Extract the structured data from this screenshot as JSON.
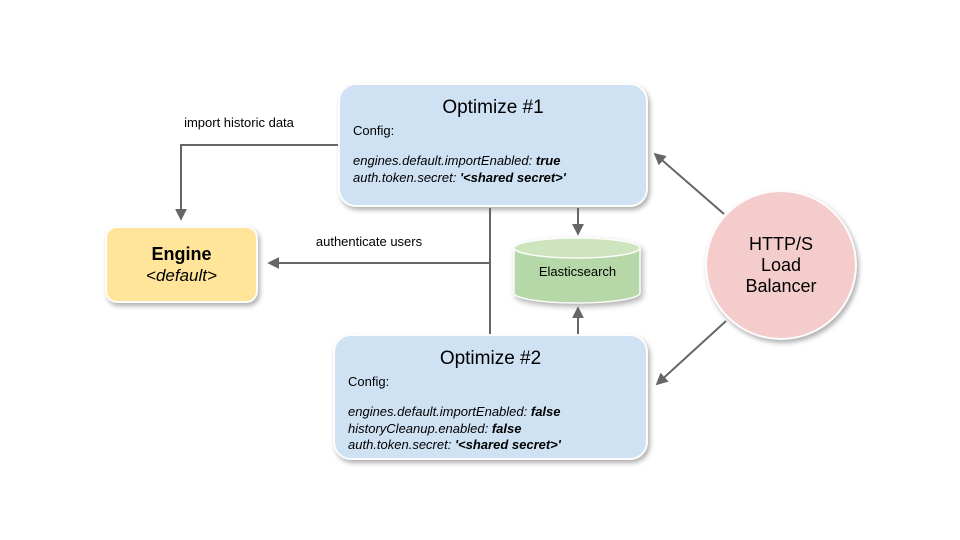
{
  "colors": {
    "optimize_fill": "#cfe2f3",
    "engine_fill": "#ffe599",
    "elasticsearch_body": "#b6d7a8",
    "elasticsearch_top": "#cde4bf",
    "load_balancer_fill": "#f4cccc",
    "arrow": "#666666"
  },
  "nodes": {
    "optimize1": {
      "title": "Optimize #1",
      "config_label": "Config:",
      "config_lines": [
        {
          "key": "engines.default.importEnabled: ",
          "value": "true"
        },
        {
          "key": "auth.token.secret: ",
          "value": "'<shared secret>'"
        }
      ]
    },
    "optimize2": {
      "title": "Optimize #2",
      "config_label": "Config:",
      "config_lines": [
        {
          "key": "engines.default.importEnabled: ",
          "value": "false"
        },
        {
          "key": "historyCleanup.enabled: ",
          "value": "false"
        },
        {
          "key": "auth.token.secret: ",
          "value": "'<shared secret>'"
        }
      ]
    },
    "engine": {
      "title": "Engine",
      "subtitle": "<default>"
    },
    "elasticsearch": {
      "label": "Elasticsearch"
    },
    "load_balancer": {
      "lines": [
        "HTTP/S",
        "Load",
        "Balancer"
      ]
    }
  },
  "edges": {
    "import_historic_data": {
      "label": "import historic data"
    },
    "authenticate_users": {
      "label": "authenticate users"
    }
  }
}
